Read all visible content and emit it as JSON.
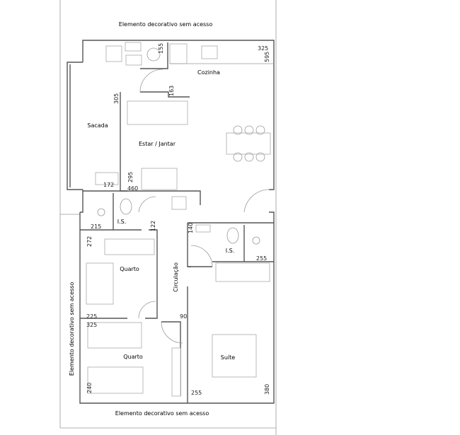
{
  "decorative": {
    "top": "Elemento decorativo sem acesso",
    "bottom": "Elemento decorativo sem acesso",
    "left": "Elemento decorativo sem acesso"
  },
  "rooms": {
    "kitchen": "Cozinha",
    "balcony": "Sacada",
    "living": "Estar / Jantar",
    "wc1": "I.S.",
    "wc2": "I.S.",
    "bedroom1": "Quarto",
    "hall": "Circulação",
    "bedroom2": "Quarto",
    "suite": "Suíte"
  },
  "dimensions": [
    "155",
    "325",
    "595",
    "163",
    "305",
    "172",
    "295",
    "460",
    "215",
    "122",
    "272",
    "140",
    "255",
    "225",
    "90",
    "325",
    "240",
    "255",
    "380"
  ]
}
